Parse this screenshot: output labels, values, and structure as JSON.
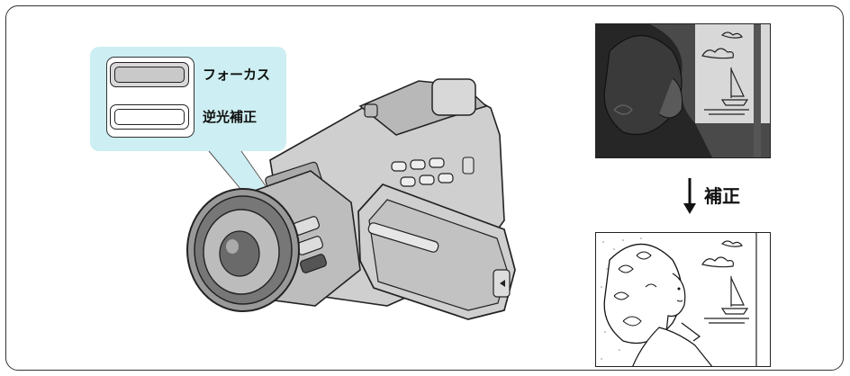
{
  "callout": {
    "focus_label": "フォーカス",
    "backlight_label": "逆光補正"
  },
  "comparison": {
    "correction_label": "補正"
  },
  "colors": {
    "callout_bg": "#cdeef2",
    "before_photo_bg": "#4a4a4a",
    "outline": "#222222"
  },
  "icons": [
    "camcorder-illustration",
    "down-arrow-icon",
    "portrait-before-icon",
    "portrait-after-icon"
  ]
}
